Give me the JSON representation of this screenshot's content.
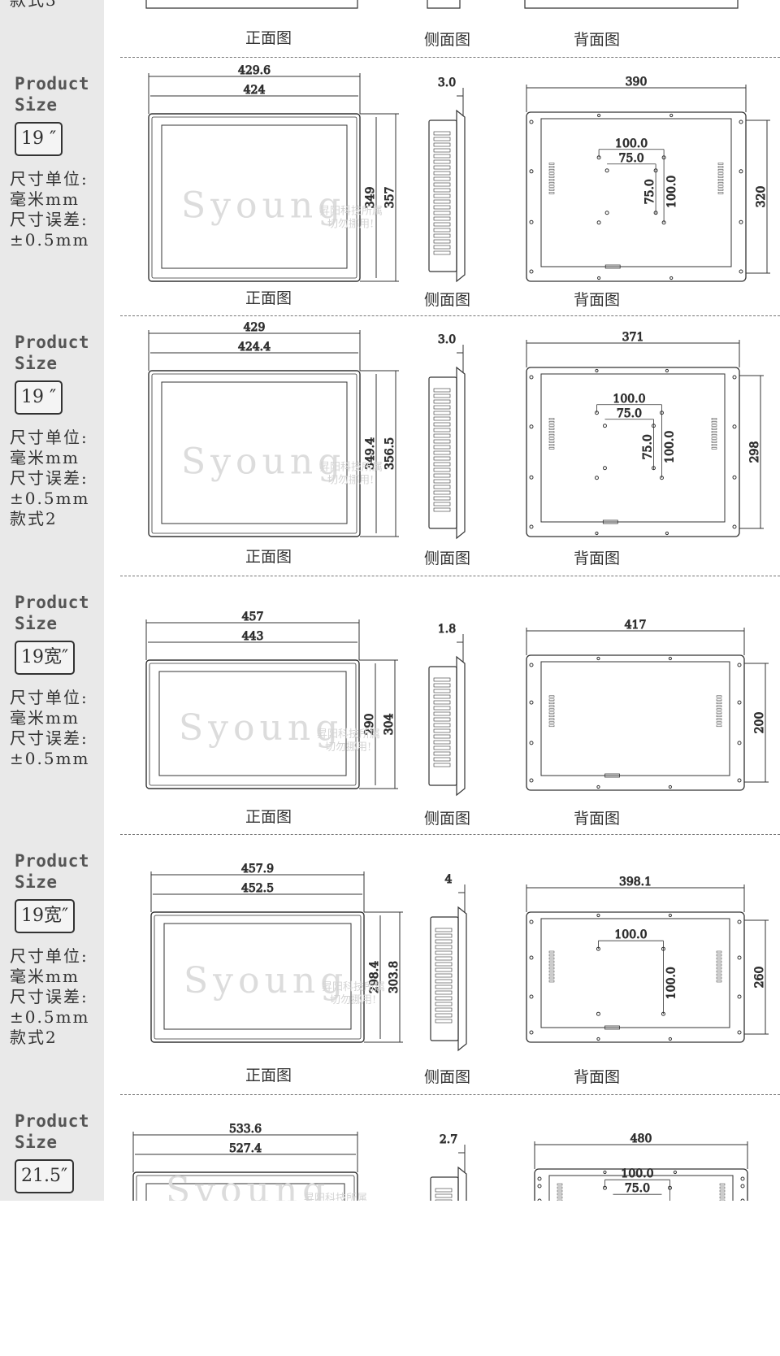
{
  "top": {
    "partial_label": "款式3",
    "view_labels": [
      "正面图",
      "侧面图",
      "背面图"
    ]
  },
  "watermark": {
    "logo": "Syoung",
    "line1": "昇阳科技所属",
    "line2": "切勿挪用!"
  },
  "sections": [
    {
      "product": [
        "Product",
        "Size"
      ],
      "size": "19 ″",
      "specs": [
        "尺寸单位:",
        "毫米mm",
        "尺寸误差:",
        "±0.5mm"
      ],
      "front": {
        "outer_w": "429.6",
        "inner_w": "424",
        "inner_h": "349",
        "outer_h": "357"
      },
      "side": {
        "depth": "3.0"
      },
      "back": {
        "width": "390",
        "height": "320",
        "vesa": [
          "100.0",
          "75.0",
          "75.0",
          "100.0"
        ]
      },
      "labels": [
        "正面图",
        "侧面图",
        "背面图"
      ]
    },
    {
      "product": [
        "Product",
        "Size"
      ],
      "size": "19 ″",
      "specs": [
        "尺寸单位:",
        "毫米mm",
        "尺寸误差:",
        "±0.5mm",
        "款式2"
      ],
      "front": {
        "outer_w": "429",
        "inner_w": "424.4",
        "inner_h": "349.4",
        "outer_h": "356.5"
      },
      "side": {
        "depth": "3.0"
      },
      "back": {
        "width": "371",
        "height": "298",
        "vesa": [
          "100.0",
          "75.0",
          "75.0",
          "100.0"
        ]
      },
      "labels": [
        "正面图",
        "侧面图",
        "背面图"
      ]
    },
    {
      "product": [
        "Product",
        "Size"
      ],
      "size": "19宽″",
      "specs": [
        "尺寸单位:",
        "毫米mm",
        "尺寸误差:",
        "±0.5mm"
      ],
      "front": {
        "outer_w": "457",
        "inner_w": "443",
        "inner_h": "290",
        "outer_h": "304"
      },
      "side": {
        "depth": "1.8"
      },
      "back": {
        "width": "417",
        "height": "200",
        "vesa": []
      },
      "labels": [
        "正面图",
        "侧面图",
        "背面图"
      ]
    },
    {
      "product": [
        "Product",
        "Size"
      ],
      "size": "19宽″",
      "specs": [
        "尺寸单位:",
        "毫米mm",
        "尺寸误差:",
        "±0.5mm",
        "款式2"
      ],
      "front": {
        "outer_w": "457.9",
        "inner_w": "452.5",
        "inner_h": "298.4",
        "outer_h": "303.8"
      },
      "side": {
        "depth": "4"
      },
      "back": {
        "width": "398.1",
        "height": "260",
        "vesa": [
          "100.0",
          "100.0"
        ]
      },
      "labels": [
        "正面图",
        "侧面图",
        "背面图"
      ]
    },
    {
      "product": [
        "Product",
        "Size"
      ],
      "size": "21.5″",
      "specs": [],
      "front": {
        "outer_w": "533.6",
        "inner_w": "527.4",
        "inner_h": "",
        "outer_h": ""
      },
      "side": {
        "depth": "2.7"
      },
      "back": {
        "width": "480",
        "height": "",
        "vesa": [
          "100.0",
          "75.0"
        ]
      },
      "labels": []
    }
  ]
}
